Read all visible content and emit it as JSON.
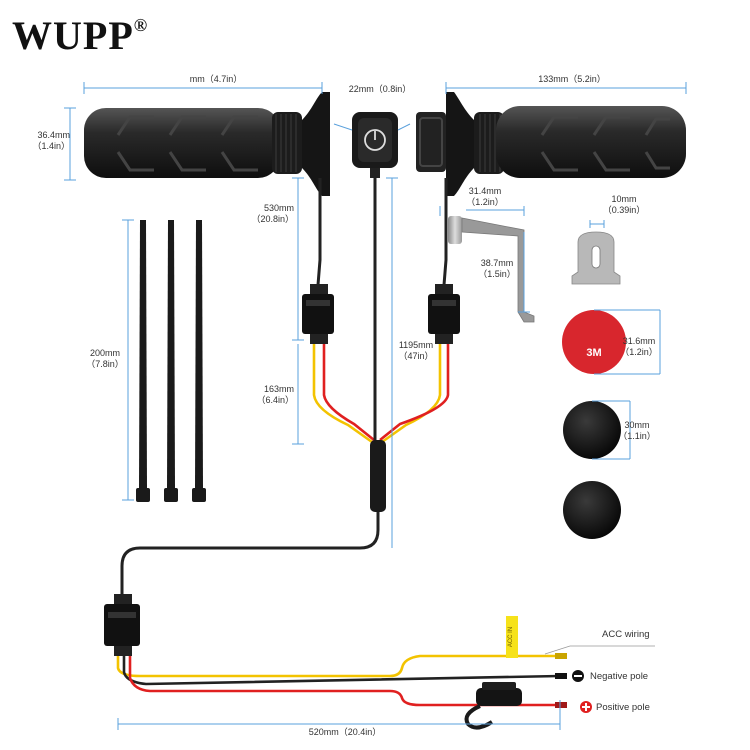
{
  "brand": {
    "name": "WUPP",
    "mark": "®"
  },
  "dimensions": {
    "left_grip_length": "mm（4.7in）",
    "switch_width": "22mm（0.8in）",
    "right_grip_length": "133mm（5.2in）",
    "grip_diameter": "36.4mm\n（1.4in）",
    "left_cable": "530mm\n（20.8in）",
    "right_cable": "1195mm\n（47in）",
    "branch_cable": "163mm\n（6.4in）",
    "cable_tie": "200mm\n（7.8in）",
    "bracket_width": "31.4mm\n（1.2in）",
    "bracket_height": "38.7mm\n（1.5in）",
    "mount_hole": "10mm\n（0.39in）",
    "adhesive_pad": "31.6mm\n（1.2in）",
    "cover_cap": "30mm\n（1.1in）",
    "harness_length": "520mm（20.4in）"
  },
  "adhesive_brand": "3M",
  "acc_tag": "ACC IN",
  "legend": {
    "acc": "ACC wiring",
    "negative": "Negative pole",
    "positive": "Positive pole",
    "negative_symbol": "−",
    "positive_symbol": "+"
  },
  "colors": {
    "cable": "#222222",
    "wire_yellow": "#f3c300",
    "wire_red": "#e02020",
    "dimension": "#5aa0dc",
    "adhesive": "#d8262d",
    "tag": "#f6e21a"
  }
}
